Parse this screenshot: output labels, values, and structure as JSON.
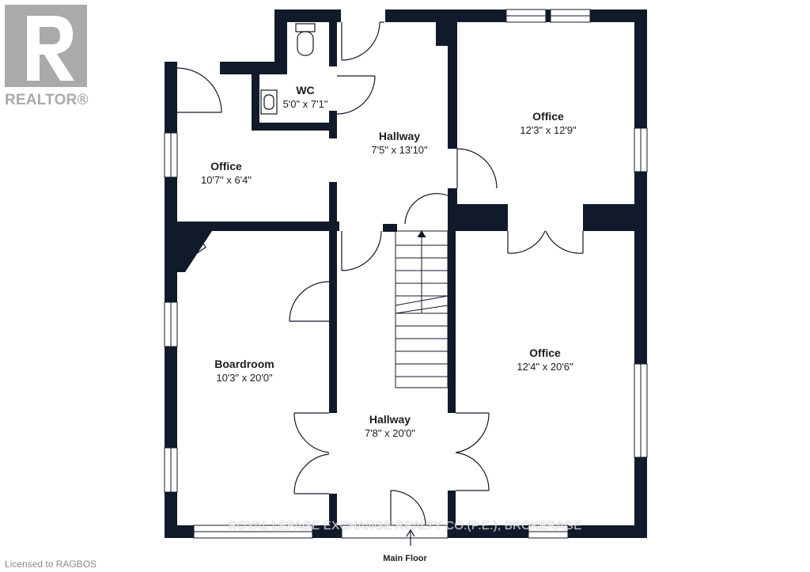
{
  "branding": {
    "logo_text": "REALTOR®",
    "watermark": "ROYAL LEPAGE EXCHANGE REALTY CO.(P.E.), BROKERAGE",
    "license": "Licensed to RAGBOS",
    "logo_icon": "realtor-r-logo-icon",
    "logo_color": "#a9aaac"
  },
  "floor": {
    "label": "Main Floor"
  },
  "colors": {
    "wall": "#111a2a",
    "door": "#111a2a",
    "background": "#ffffff"
  },
  "rooms": [
    {
      "name": "WC",
      "dims": "5'0\" x 7'1\""
    },
    {
      "name": "Office",
      "dims": "10'7\" x 6'4\""
    },
    {
      "name": "Hallway",
      "dims": "7'5\" x 13'10\""
    },
    {
      "name": "Office",
      "dims": "12'3\" x 12'9\""
    },
    {
      "name": "Boardroom",
      "dims": "10'3\" x 20'0\""
    },
    {
      "name": "Hallway",
      "dims": "7'8\" x 20'0\""
    },
    {
      "name": "Office",
      "dims": "12'4\" x 20'6\""
    }
  ]
}
